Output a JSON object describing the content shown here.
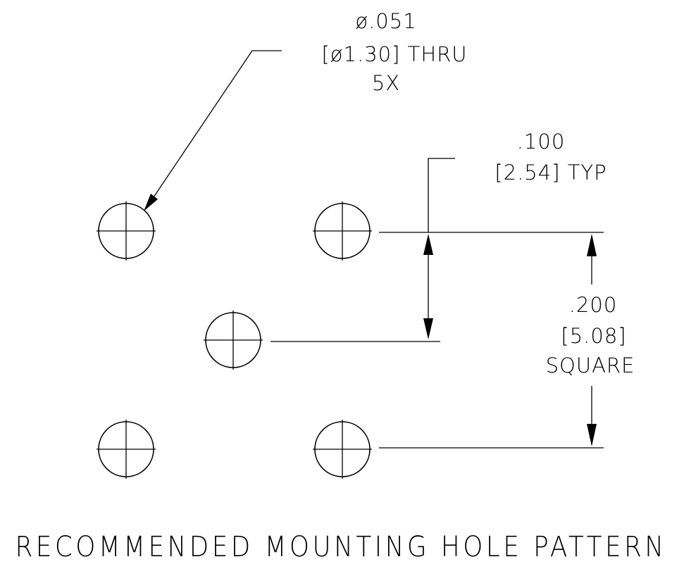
{
  "drawing": {
    "hole_callout": {
      "line1": "ø.051",
      "line2": "[ø1.30] THRU",
      "line3": "5X"
    },
    "spacing_callout": {
      "line1": ".100",
      "line2": "[2.54] TYP"
    },
    "square_callout": {
      "line1": ".200",
      "line2": "[5.08]",
      "line3": "SQUARE"
    },
    "title": "RECOMMENDED MOUNTING HOLE PATTERN",
    "hole_count": 5
  }
}
